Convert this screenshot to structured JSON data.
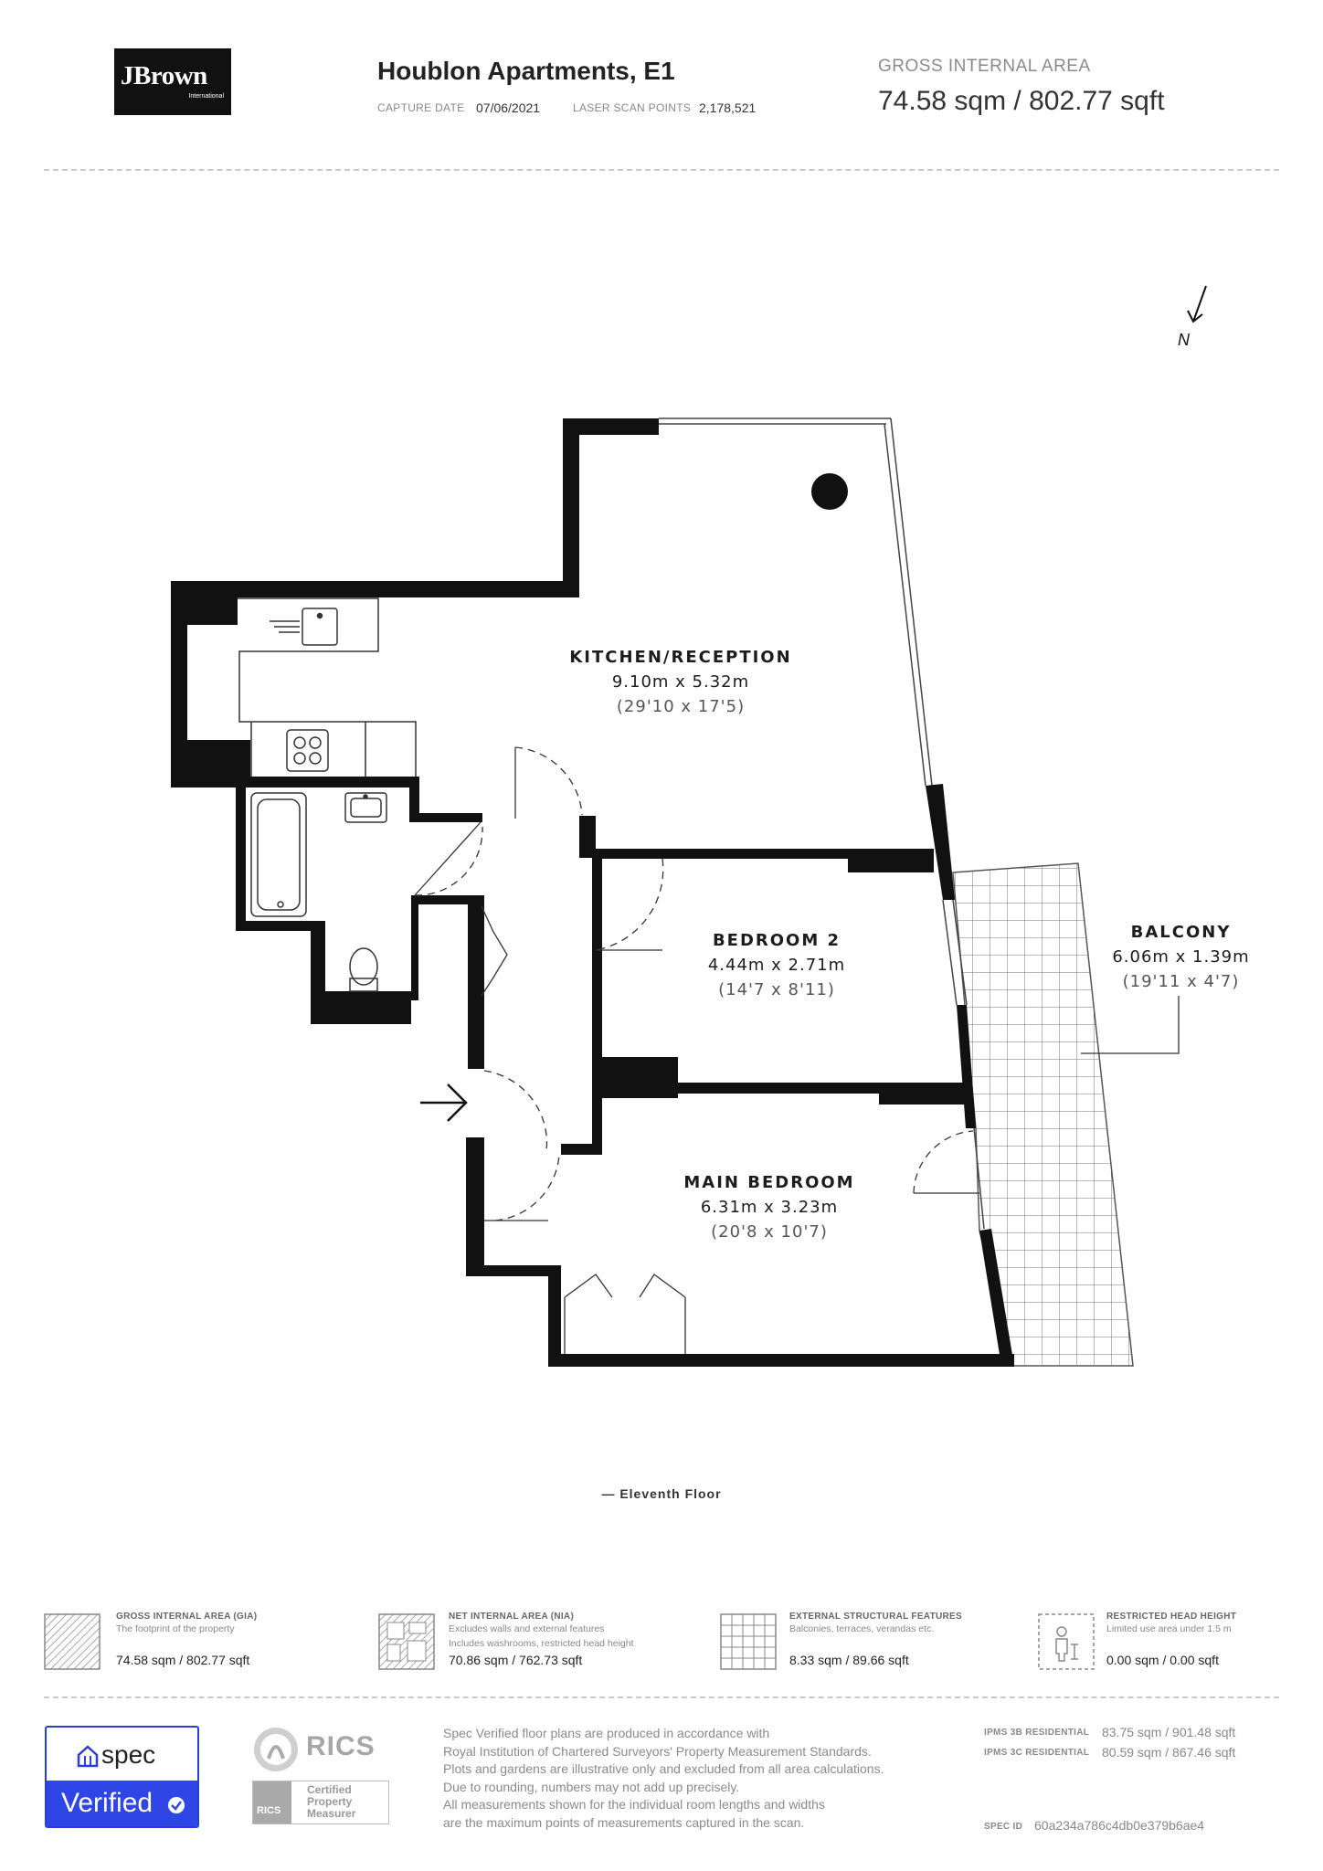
{
  "header": {
    "logo_text": "JBrown",
    "logo_sub": "International",
    "title": "Houblon Apartments, E1",
    "capture_label": "CAPTURE DATE",
    "capture_date": "07/06/2021",
    "scan_label": "LASER SCAN POINTS",
    "scan_points": "2,178,521",
    "gia_label": "GROSS INTERNAL AREA",
    "gia_value": "74.58 sqm / 802.77 sqft"
  },
  "compass": {
    "label": "N"
  },
  "rooms": {
    "kitchen": {
      "name": "KITCHEN/RECEPTION",
      "metric": "9.10m x 5.32m",
      "imperial": "(29'10 x 17'5)"
    },
    "bedroom2": {
      "name": "BEDROOM 2",
      "metric": "4.44m x 2.71m",
      "imperial": "(14'7 x 8'11)"
    },
    "balcony": {
      "name": "BALCONY",
      "metric": "6.06m x 1.39m",
      "imperial": "(19'11 x 4'7)"
    },
    "main_bedroom": {
      "name": "MAIN BEDROOM",
      "metric": "6.31m x 3.23m",
      "imperial": "(20'8 x 10'7)"
    }
  },
  "floor_label": "— Eleventh Floor",
  "legend": [
    {
      "title": "GROSS INTERNAL AREA (GIA)",
      "desc1": "The footprint of the property",
      "desc2": "",
      "value": "74.58 sqm / 802.77 sqft"
    },
    {
      "title": "NET INTERNAL AREA (NIA)",
      "desc1": "Excludes walls and external features",
      "desc2": "Includes washrooms, restricted head height",
      "value": "70.86 sqm / 762.73 sqft"
    },
    {
      "title": "EXTERNAL STRUCTURAL FEATURES",
      "desc1": "Balconies, terraces, verandas etc.",
      "desc2": "",
      "value": "8.33 sqm / 89.66 sqft"
    },
    {
      "title": "RESTRICTED HEAD HEIGHT",
      "desc1": "Limited use area under 1.5 m",
      "desc2": "",
      "value": "0.00 sqm / 0.00 sqft"
    }
  ],
  "footer": {
    "spec_text": "spec",
    "verified_text": "Verified",
    "rics_text": "RICS",
    "rics_small": "RICS",
    "certified_line1": "Certified",
    "certified_line2": "Property",
    "certified_line3": "Measurer",
    "disclaimer": [
      "Spec Verified floor plans are produced in accordance with",
      "Royal Institution of Chartered Surveyors' Property Measurement Standards.",
      "Plots and gardens are illustrative only and excluded from all area calculations.",
      "Due to rounding, numbers may not add up precisely.",
      "All measurements shown for the individual room lengths and widths",
      "are the maximum points of measurements captured in the scan."
    ],
    "ipms3b_label": "IPMS 3B RESIDENTIAL",
    "ipms3b_value": "83.75 sqm / 901.48 sqft",
    "ipms3c_label": "IPMS 3C RESIDENTIAL",
    "ipms3c_value": "80.59 sqm / 867.46 sqft",
    "spec_id_label": "SPEC ID",
    "spec_id": "60a234a786c4db0e379b6ae4"
  },
  "colors": {
    "wall": "#111111",
    "badge_blue": "#2f46e6",
    "accent_grey": "#8a8a8a"
  }
}
